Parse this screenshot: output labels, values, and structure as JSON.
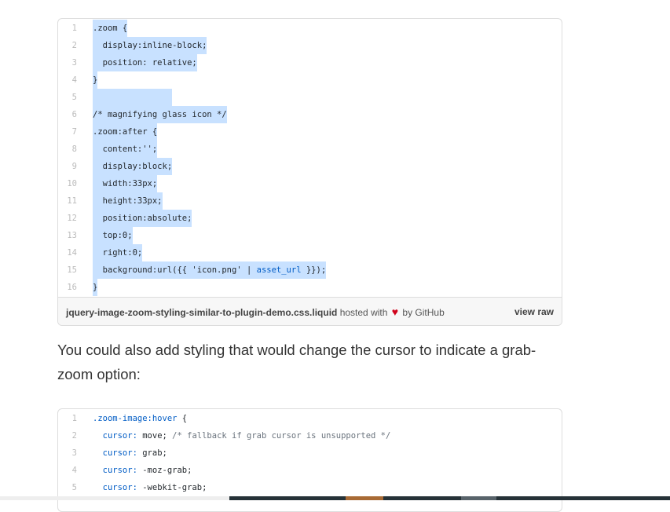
{
  "gist1": {
    "lines": [
      {
        "n": "1",
        "text": ".zoom {"
      },
      {
        "n": "2",
        "text": "  display:inline-block;"
      },
      {
        "n": "3",
        "text": "  position: relative;"
      },
      {
        "n": "4",
        "text": "}"
      },
      {
        "n": "5",
        "text": "                "
      },
      {
        "n": "6",
        "text": "/* magnifying glass icon */"
      },
      {
        "n": "7",
        "text": ".zoom:after {"
      },
      {
        "n": "8",
        "text": "  content:'';"
      },
      {
        "n": "9",
        "text": "  display:block;"
      },
      {
        "n": "10",
        "text": "  width:33px;"
      },
      {
        "n": "11",
        "text": "  height:33px;"
      },
      {
        "n": "12",
        "text": "  position:absolute;"
      },
      {
        "n": "13",
        "text": "  top:0;"
      },
      {
        "n": "14",
        "text": "  right:0;"
      },
      {
        "n": "15",
        "text": "  background:url({{ 'icon.png' | ",
        "kw": "asset_url",
        "tail": " }});"
      },
      {
        "n": "16",
        "text": "}"
      }
    ],
    "footer": {
      "filename": "jquery-image-zoom-styling-similar-to-plugin-demo.css.liquid",
      "hosted": "hosted with",
      "by": "by GitHub",
      "view_raw": "view raw"
    }
  },
  "paragraph": "You could also add styling that would change the cursor to indicate a grab-zoom option:",
  "gist2": {
    "lines": [
      {
        "n": "1",
        "kw": ".zoom-image:hover",
        "text": " {"
      },
      {
        "n": "2",
        "kw": "  cursor:",
        "text": " move; ",
        "cm": "/* fallback if grab cursor is unsupported */"
      },
      {
        "n": "3",
        "kw": "  cursor:",
        "text": " grab;"
      },
      {
        "n": "4",
        "kw": "  cursor:",
        "text": " -moz-grab;"
      },
      {
        "n": "5",
        "kw": "  cursor:",
        "text": " -webkit-grab;"
      }
    ]
  }
}
